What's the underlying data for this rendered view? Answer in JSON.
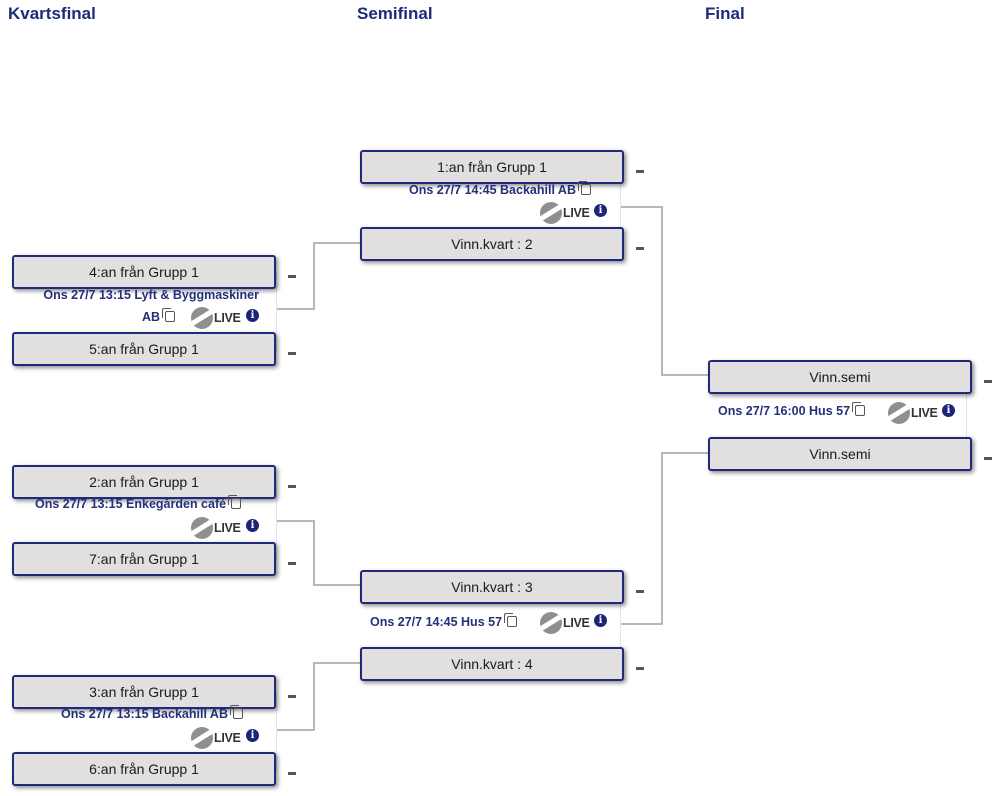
{
  "rounds": {
    "quarter": "Kvartsfinal",
    "semi": "Semifinal",
    "final": "Final"
  },
  "quarterfinals": [
    {
      "team1": "4:an från Grupp 1",
      "team2": "5:an från Grupp 1",
      "info_line1": "Ons 27/7 13:15 Lyft & Byggmaskiner",
      "info_line2": "AB"
    },
    {
      "team1": "2:an från Grupp 1",
      "team2": "7:an från Grupp 1",
      "info_line1": "Ons 27/7 13:15 Enkegården café"
    },
    {
      "team1": "3:an från Grupp 1",
      "team2": "6:an från Grupp 1",
      "info_line1": "Ons 27/7 13:15 Backahill AB"
    }
  ],
  "semifinals": [
    {
      "team1": "1:an från Grupp 1",
      "team2": "Vinn.kvart : 2",
      "info_line1": "Ons 27/7 14:45 Backahill AB"
    },
    {
      "team1": "Vinn.kvart : 3",
      "team2": "Vinn.kvart : 4",
      "info_line1": "Ons 27/7 14:45 Hus 57"
    }
  ],
  "final": {
    "team1": "Vinn.semi",
    "team2": "Vinn.semi",
    "info_line1": "Ons 27/7 16:00 Hus 57"
  },
  "live_label": "LIVE",
  "info_symbol": "i",
  "colors": {
    "accent": "#22297a",
    "team_bg": "#e1dfe0",
    "connector": "#9e9e9e"
  },
  "icons": [
    "copy-icon",
    "live-logo-icon",
    "info-icon"
  ]
}
